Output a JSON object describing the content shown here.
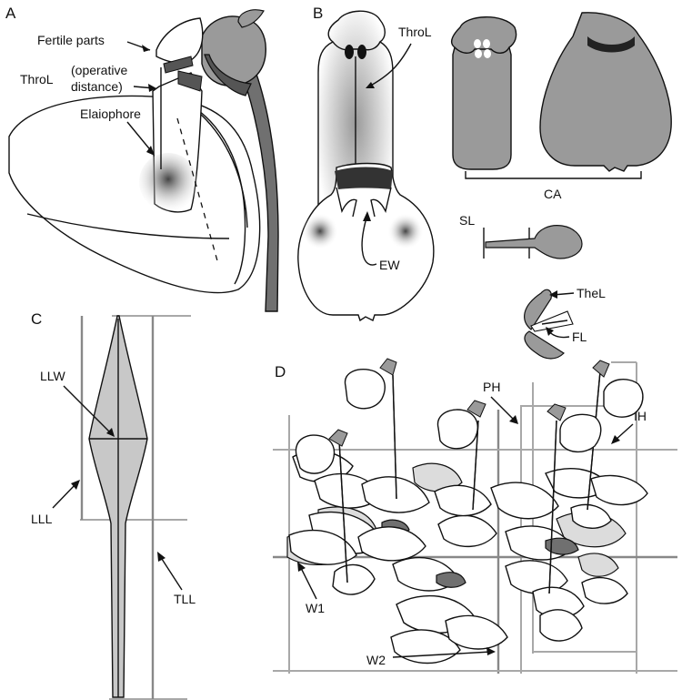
{
  "panels": {
    "a": "A",
    "b": "B",
    "c": "C",
    "d": "D"
  },
  "labels": {
    "fertile_parts": "Fertile parts",
    "throl_a": "ThroL",
    "operative_1": "(operative",
    "operative_2": "distance)",
    "elaiophore": "Elaiophore",
    "throl_b": "ThroL",
    "ew": "EW",
    "ca": "CA",
    "sl": "SL",
    "thel": "TheL",
    "fl": "FL",
    "llw": "LLW",
    "lll": "LLL",
    "tll": "TLL",
    "ph": "PH",
    "ih": "IH",
    "w1": "W1",
    "w2": "W2"
  },
  "colors": {
    "flower_grey": "#9a9a9a",
    "dark_grey": "#555555",
    "leaf_grey": "#c8c8c8",
    "grid_grey": "#a8a8a8"
  }
}
